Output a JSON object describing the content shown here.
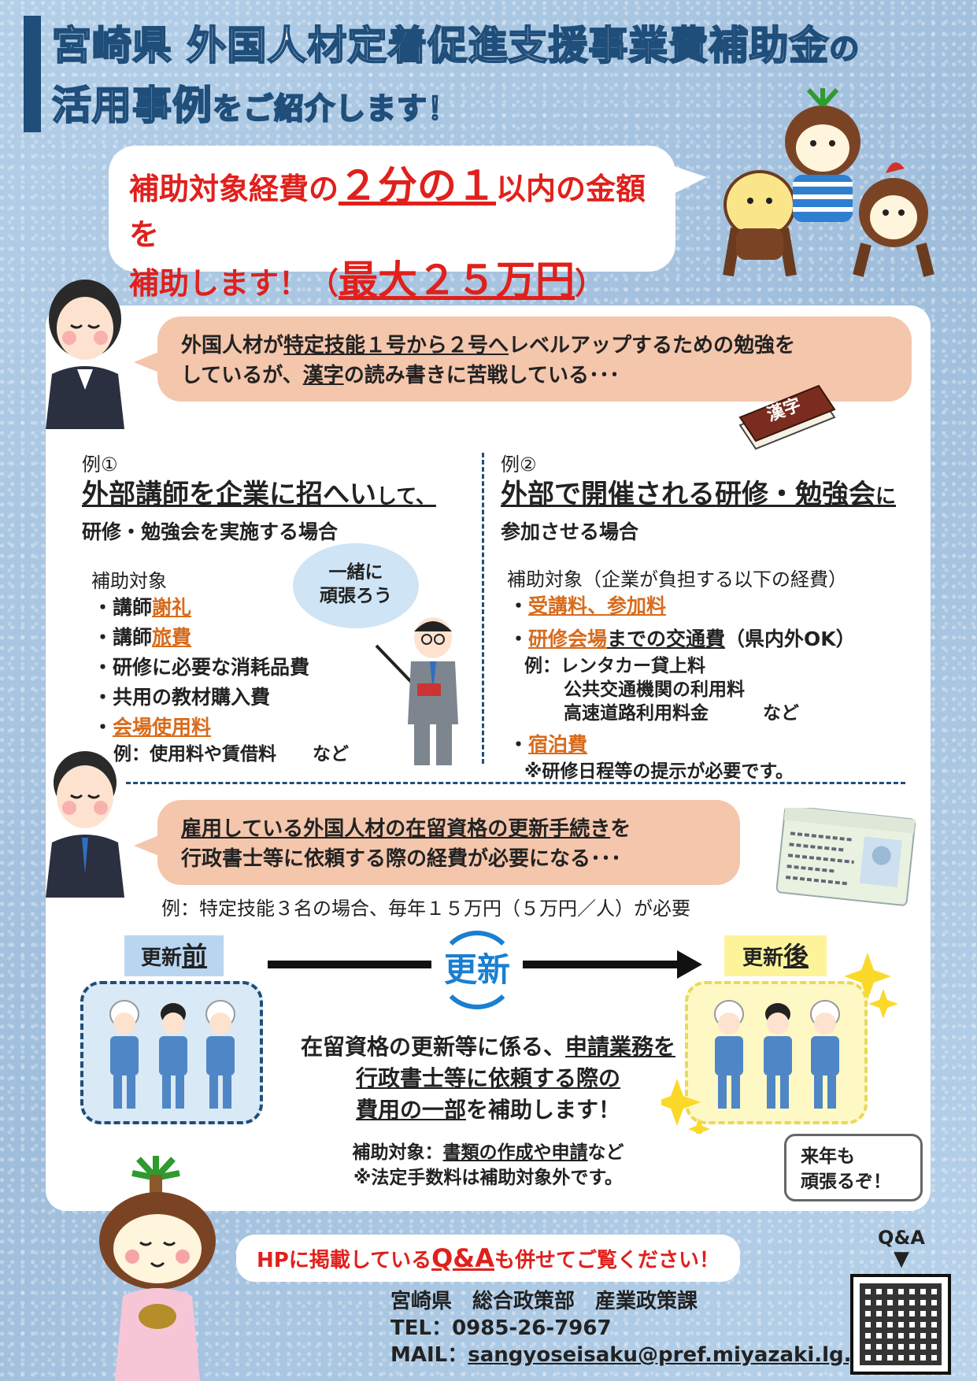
{
  "title": {
    "line1_main": "宮崎県 外国人材定着促進支援事業費補助金",
    "line1_suffix": "の",
    "line2_main": "活用事例",
    "line2_suffix": "をご紹介します！"
  },
  "subsidy": {
    "line1_pre": "補助対象経費の",
    "line1_big": "２分の１",
    "line1_post": "以内の金額を",
    "line2_pre": "補助します！（",
    "line2_big": "最大２５万円",
    "line2_post": "）"
  },
  "case1": {
    "pre1": "外国人材が",
    "u1": "特定技能１号から２号へ",
    "mid1": "レベルアップするための勉強を",
    "pre2": "しているが、",
    "u2": "漢字",
    "post2": "の読み書きに苦戦している･･･",
    "book_label": "漢字"
  },
  "example1": {
    "label": "例①",
    "head": "外部講師を企業に招へい",
    "head_suffix": "して、",
    "sub": "研修・勉強会を実施する場合",
    "target_label": "補助対象",
    "items": [
      {
        "pre": "・講師",
        "hl": "謝礼"
      },
      {
        "pre": "・講師",
        "hl": "旅費"
      },
      {
        "pre": "・研修に必要な消耗品費",
        "hl": ""
      },
      {
        "pre": "・共用の教材購入費",
        "hl": ""
      },
      {
        "pre": "・",
        "hl": "会場使用料"
      }
    ],
    "note": "例：使用料や賃借料　　など",
    "speech": [
      "一緒に",
      "頑張ろう"
    ]
  },
  "example2": {
    "label": "例②",
    "head": "外部で開催される研修・勉強会",
    "head_suffix": "に",
    "sub": "参加させる場合",
    "target_label": "補助対象（企業が負担する以下の経費）",
    "item1_pre": "・",
    "item1_a": "受講料",
    "item1_sep": "、",
    "item1_b": "参加料",
    "item2_pre": "・",
    "item2_a": "研修会場",
    "item2_b": "までの交通費",
    "item2_post": "（県内外OK）",
    "item2_ex1": "例：レンタカー貸上料",
    "item2_ex2": "公共交通機関の利用料",
    "item2_ex3": "高速道路利用料金　　　など",
    "item3_pre": "・",
    "item3_a": "宿泊費",
    "item3_note": "※研修日程等の提示が必要です。"
  },
  "case2": {
    "u1": "雇用している外国人材の在留資格の更新手続き",
    "post1": "を",
    "line2": "行政書士等に依頼する際の経費が必要になる･･･",
    "example": "例：特定技能３名の場合、毎年１５万円（５万円／人）が必要"
  },
  "renewal": {
    "before_pre": "更新",
    "before_big": "前",
    "after_pre": "更新",
    "after_big": "後",
    "center": "更新",
    "text1_pre": "在留資格の更新等に係る、",
    "text1_u": "申請業務を",
    "text2_u": "行政書士等に依頼する際の",
    "text3_u": "費用の一部",
    "text3_post": "を補助します！",
    "target_pre": "補助対象：",
    "target_u": "書類の作成や申請",
    "target_post": "など",
    "note": "※法定手数料は補助対象外です。",
    "speech1": "来年も",
    "speech2": "頑張るぞ！"
  },
  "footer": {
    "hp_pre": "HPに掲載している",
    "hp_big": "Q&A",
    "hp_post": "も併せてご覧ください！",
    "dept": "宮崎県　総合政策部　産業政策課",
    "tel": "TEL：0985-26-7967",
    "mail_label": "MAIL：",
    "mail": "sangyoseisaku@pref.miyazaki.lg.jp",
    "qa_label": "Q&A"
  },
  "colors": {
    "accent_red": "#e0201c",
    "navy": "#1f4e7a",
    "orange": "#d86b1c",
    "salmon": "#f4c6ac",
    "blue": "#1a7fd1"
  }
}
